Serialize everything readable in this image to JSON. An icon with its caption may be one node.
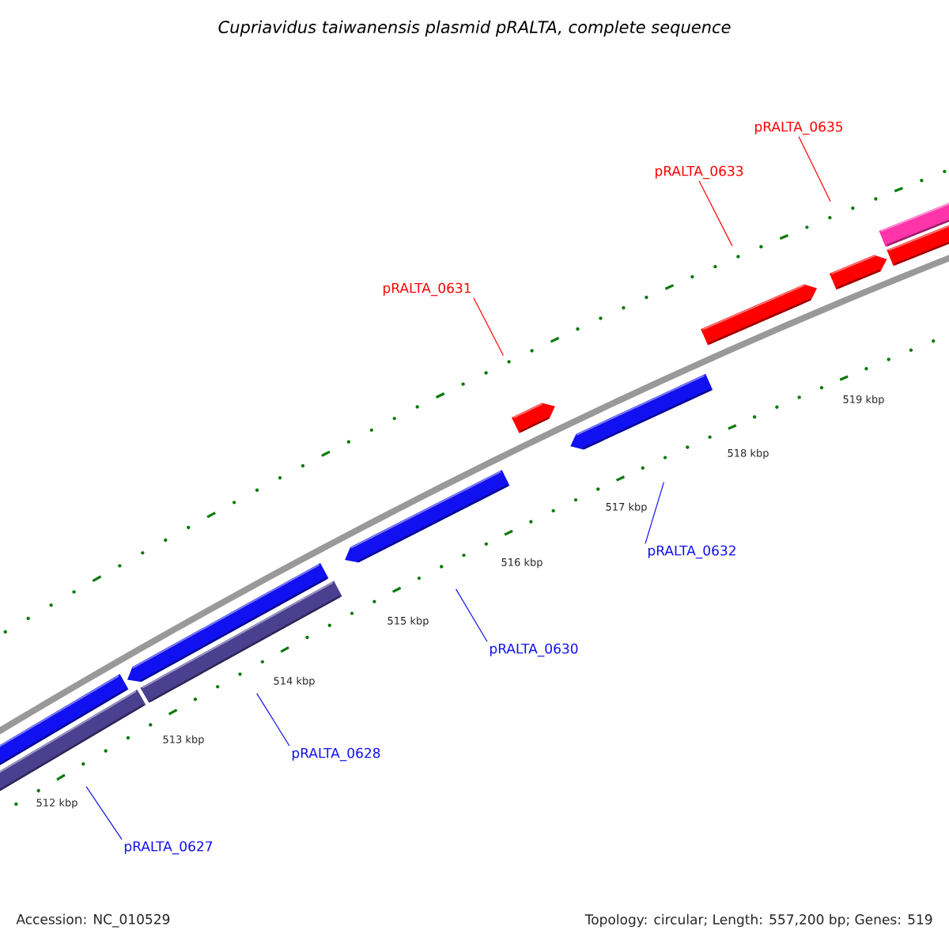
{
  "diagram": {
    "title": "Cupriavidus taiwanensis plasmid pRALTA, complete sequence",
    "nodes": [
      {
        "text": [
          "pRALTA_0635"
        ]
      },
      {
        "text": [
          "pRALTA_0633"
        ]
      },
      {
        "text": [
          "pRALTA_0631"
        ]
      },
      {
        "text": [
          "pRALTA_0632"
        ]
      },
      {
        "text": [
          "pRALTA_0630"
        ]
      },
      {
        "text": [
          "pRALTA_0628"
        ]
      },
      {
        "text": [
          "pRALTA_0627"
        ]
      }
    ],
    "edges": [
      {
        "from": 0,
        "to": null,
        "arrow": "none",
        "color": "#ff0000"
      },
      {
        "from": 1,
        "to": null,
        "arrow": "none",
        "color": "#ff0000"
      },
      {
        "from": 2,
        "to": null,
        "arrow": "none",
        "color": "#ff0000"
      },
      {
        "from": 3,
        "to": null,
        "arrow": "none"
      },
      {
        "from": 4,
        "to": null,
        "arrow": "none"
      },
      {
        "from": 5,
        "to": null,
        "arrow": "none"
      },
      {
        "from": 6,
        "to": null,
        "arrow": "none"
      }
    ],
    "labels": [
      "519 kbp",
      "518 kbp",
      "517 kbp",
      "516 kbp",
      "515 kbp",
      "514 kbp",
      "513 kbp",
      "512 kbp",
      "Accession: NC_010529",
      "Topology: circular; Length: 557,200 bp; Genes: 519"
    ]
  }
}
